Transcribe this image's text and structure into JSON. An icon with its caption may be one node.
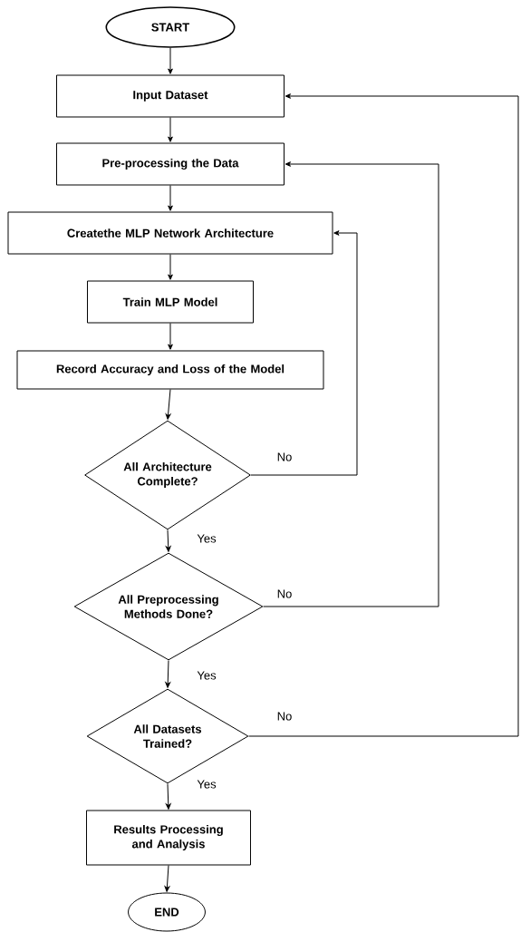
{
  "diagram": {
    "nodes": [
      {
        "text": [
          "START"
        ]
      },
      {
        "text": [
          "Input Dataset"
        ]
      },
      {
        "text": [
          "Pre-processing the Data"
        ]
      },
      {
        "text": [
          "Createthe MLP Network Architecture"
        ]
      },
      {
        "text": [
          "Train MLP Model"
        ]
      },
      {
        "text": [
          "Record Accuracy and Loss of the Model"
        ]
      },
      {
        "text": [
          "All Architecture Complete?"
        ]
      },
      {
        "text": [
          "All Preprocessing Methods Done?"
        ]
      },
      {
        "text": [
          "All Datasets Trained?"
        ]
      },
      {
        "text": [
          "Results Processing and Analysis"
        ]
      },
      {
        "text": [
          "END"
        ]
      }
    ],
    "edges": [
      {
        "from": 0,
        "to": 1,
        "arrow": "to"
      },
      {
        "from": 1,
        "to": 2,
        "arrow": "to"
      },
      {
        "from": 2,
        "to": 3,
        "arrow": "to"
      },
      {
        "from": 3,
        "to": 4,
        "arrow": "to"
      },
      {
        "from": 4,
        "to": 5,
        "arrow": "to"
      },
      {
        "from": 5,
        "to": 6,
        "arrow": "to"
      },
      {
        "from": 6,
        "to": 3,
        "arrow": "to",
        "label": "No"
      },
      {
        "from": 6,
        "to": 7,
        "arrow": "to",
        "label": "Yes"
      },
      {
        "from": 7,
        "to": 2,
        "arrow": "to",
        "label": "No"
      },
      {
        "from": 7,
        "to": 8,
        "arrow": "to",
        "label": "Yes"
      },
      {
        "from": 8,
        "to": 1,
        "arrow": "to",
        "label": "No"
      },
      {
        "from": 8,
        "to": 9,
        "arrow": "to",
        "label": "Yes"
      },
      {
        "from": 9,
        "to": 10,
        "arrow": "to"
      }
    ]
  }
}
